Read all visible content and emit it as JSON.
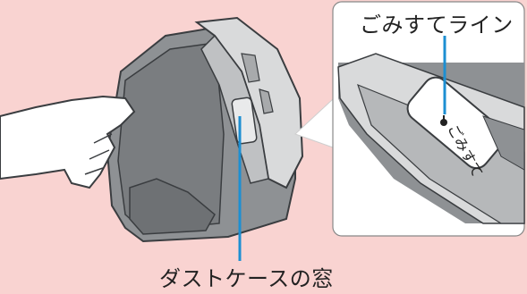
{
  "labels": {
    "top": "ごみすてライン",
    "bottom": "ダストケースの窓",
    "window_mark": "ごみすて"
  },
  "colors": {
    "background": "#f9d3d1",
    "device_body": "#8e9194",
    "device_dark": "#5c6064",
    "lid": "#d9dadb",
    "accent_line": "#1d8fd2",
    "text": "#222222"
  }
}
